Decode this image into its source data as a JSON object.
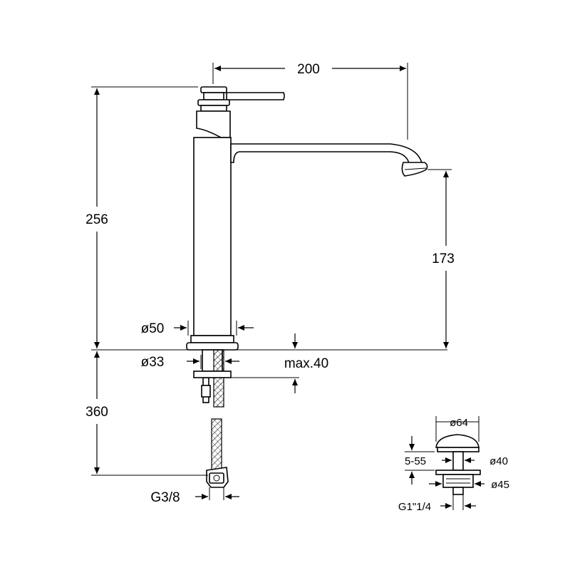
{
  "dimensions": {
    "spout_reach": "200",
    "total_height": "256",
    "spout_height": "173",
    "base_diameter": "ø50",
    "shank_diameter": "ø33",
    "max_counter": "max.40",
    "hose_length": "360",
    "hose_connection": "G3/8"
  },
  "waste": {
    "cap_diameter": "ø64",
    "thickness_range": "5-55",
    "inner_diameter": "ø40",
    "flange_diameter": "ø45",
    "thread": "G1\"1/4"
  }
}
